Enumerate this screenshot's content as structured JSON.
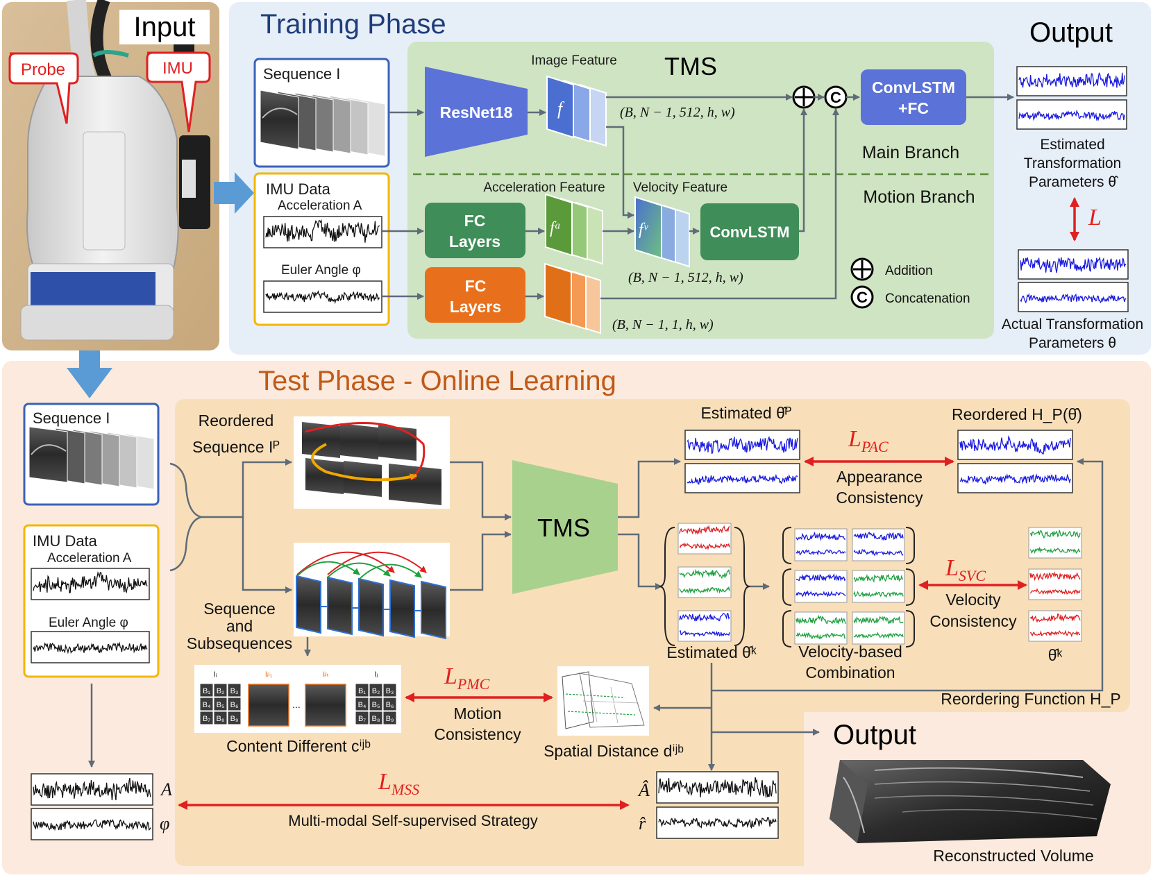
{
  "input": {
    "title": "Input",
    "probe_label": "Probe",
    "imu_label": "IMU"
  },
  "training": {
    "title": "Training Phase",
    "output_title": "Output",
    "tms_label": "TMS",
    "sequence_label": "Sequence I",
    "imu_label": "IMU Data",
    "acceleration_label": "Acceleration A",
    "euler_label": "Euler Angle φ",
    "resnet_label": "ResNet18",
    "image_feature_label": "Image Feature",
    "f_symbol": "f",
    "fa_symbol": "fᵃ",
    "fv_symbol": "fᵛ",
    "acc_feature_label": "Acceleration Feature",
    "vel_feature_label": "Velocity Feature",
    "fc1_line1": "FC",
    "fc1_line2": "Layers",
    "fc2_line1": "FC",
    "fc2_line2": "Layers",
    "convlstm_label": "ConvLSTM",
    "convlstm_fc_line1": "ConvLSTM",
    "convlstm_fc_line2": "+FC",
    "dim1": "(B, N − 1, 512, h, w)",
    "dim2": "(B, N − 1, 512, h, w)",
    "dim3": "(B, N − 1, 1, h, w)",
    "main_branch": "Main Branch",
    "motion_branch": "Motion Branch",
    "addition_symbol": "⊕",
    "addition_label": "Addition",
    "concat_symbol": "©",
    "concat_label": "Concatenation",
    "est_line1": "Estimated",
    "est_line2": "Transformation",
    "est_line3": "Parameters θ̂",
    "loss_L": "L",
    "act_line1": "Actual Transformation",
    "act_line2": "Parameters θ"
  },
  "test": {
    "title": "Test Phase - Online Learning",
    "sequence_label": "Sequence I",
    "imu_label": "IMU Data",
    "acceleration_label": "Acceleration A",
    "euler_label": "Euler Angle φ",
    "reordered_line1": "Reordered",
    "reordered_line2": "Sequence Iᴾ",
    "tms_label": "TMS",
    "subseq_line1": "Sequence",
    "subseq_line2": "and",
    "subseq_line3": "Subsequences",
    "estimated_p": "Estimated θ̂ᴾ",
    "reordered_h": "Reordered H_P(θ̂)",
    "lpac_main": "L",
    "lpac_sub": "PAC",
    "appearance_line1": "Appearance",
    "appearance_line2": "Consistency",
    "lsvc_main": "L",
    "lsvc_sub": "SVC",
    "velocity_line1": "Velocity",
    "velocity_line2": "Consistency",
    "estimated_k": "Estimated θ̂ᵏ",
    "vel_comb_line1": "Velocity-based",
    "vel_comb_line2": "Combination",
    "theta_k": "θ̂ᵏ",
    "reordering_function": "Reordering Function H_P",
    "lpmc_main": "L",
    "lpmc_sub": "PMC",
    "motion_line1": "Motion",
    "motion_line2": "Consistency",
    "content_diff": "Content Different cⁱʲᵇ",
    "spatial_dist": "Spatial Distance dⁱʲᵇ",
    "output_title": "Output",
    "lmss_main": "L",
    "lmss_sub": "MSS",
    "mss_label": "Multi-modal Self-supervised Strategy",
    "a_label": "A",
    "phi_label": "φ",
    "a_hat": "Â",
    "r_hat": "r̂",
    "reconstructed": "Reconstructed Volume",
    "grid_left_i": "Iᵢ",
    "grid_left_j": "Iⱼ",
    "grid_t1": "Iᵢʲ₁",
    "grid_tt": "Iᵢʲₜ",
    "grid_dots": "...",
    "grid_cells": [
      "B₁",
      "B₂",
      "B₃",
      "B₄",
      "B₅",
      "B₆",
      "B₇",
      "B₈",
      "B₉"
    ]
  },
  "colors": {
    "training_bg": "#e6eef8",
    "test_bg": "#fbeadd",
    "tms_green": "#cfe4c2",
    "test_inner": "#f8dfb9",
    "resnet": "#5b72d8",
    "fc_green": "#3f8d58",
    "fc_orange": "#e8701c",
    "title_blue": "#1f3d7a",
    "title_orange": "#c05a18",
    "loss_red": "#e02020",
    "arrow_blue": "#5b9bd5"
  }
}
